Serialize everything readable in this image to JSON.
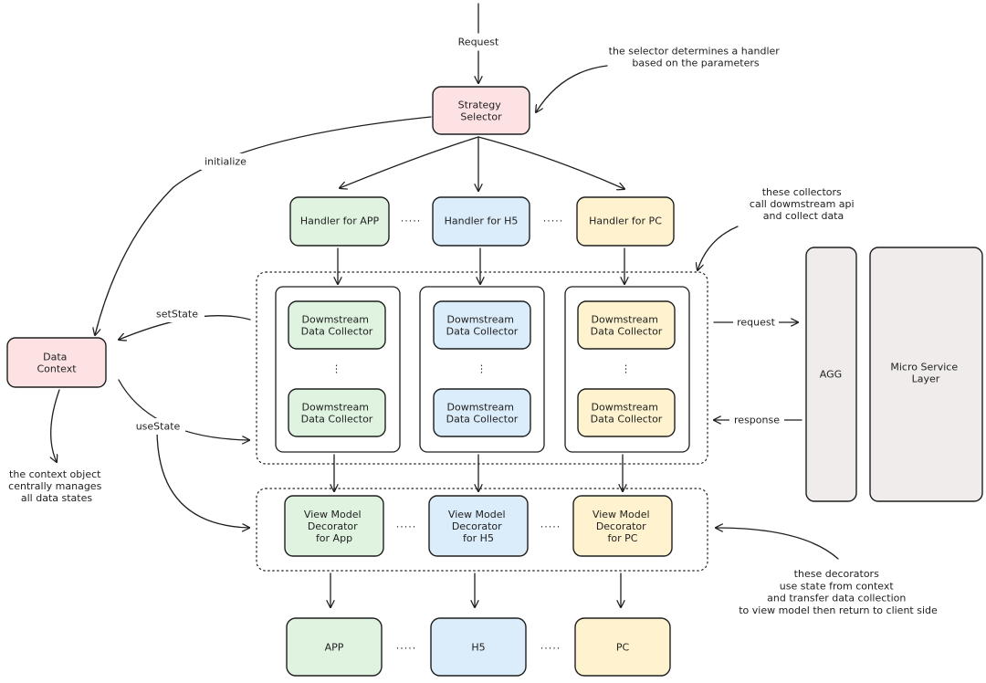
{
  "request_in": "Request",
  "annotations": {
    "selector": [
      "the selector determines a handler",
      "based on the parameters"
    ],
    "collectors": [
      "these collectors",
      "call dowmstream api",
      "and collect data"
    ],
    "context": [
      "the context object",
      "centrally manages",
      "all data states"
    ],
    "decorators": [
      "these decorators",
      "use state from context",
      "and transfer data collection",
      "to view model then return to client side"
    ]
  },
  "nodes": {
    "strategy_selector": [
      "Strategy",
      "Selector"
    ],
    "data_context": [
      "Data",
      "Context"
    ],
    "handler_app": [
      "Handler for APP"
    ],
    "handler_h5": [
      "Handler for H5"
    ],
    "handler_pc": [
      "Handler for PC"
    ],
    "collector": [
      "Dowmstream",
      "Data Collector"
    ],
    "decorator_app": [
      "View Model",
      "Decorator",
      "for App"
    ],
    "decorator_h5": [
      "View Model",
      "Decorator",
      "for H5"
    ],
    "decorator_pc": [
      "View Model",
      "Decorator",
      "for PC"
    ],
    "client_app": [
      "APP"
    ],
    "client_h5": [
      "H5"
    ],
    "client_pc": [
      "PC"
    ],
    "agg": [
      "AGG"
    ],
    "micro_service": [
      "Micro Service",
      "Layer"
    ]
  },
  "edge_labels": {
    "initialize": "initialize",
    "set_state": "setState",
    "use_state": "useState",
    "request": "request",
    "response": "response"
  },
  "ellipsis": {
    "horizontal": "·····",
    "vertical": "⋮"
  },
  "colors": {
    "stroke": "#1e1e1e",
    "red": "#fde2e4",
    "green": "#dff3e0",
    "blue": "#dbecfa",
    "yellow": "#fff3cf",
    "gray": "#efeceb"
  }
}
